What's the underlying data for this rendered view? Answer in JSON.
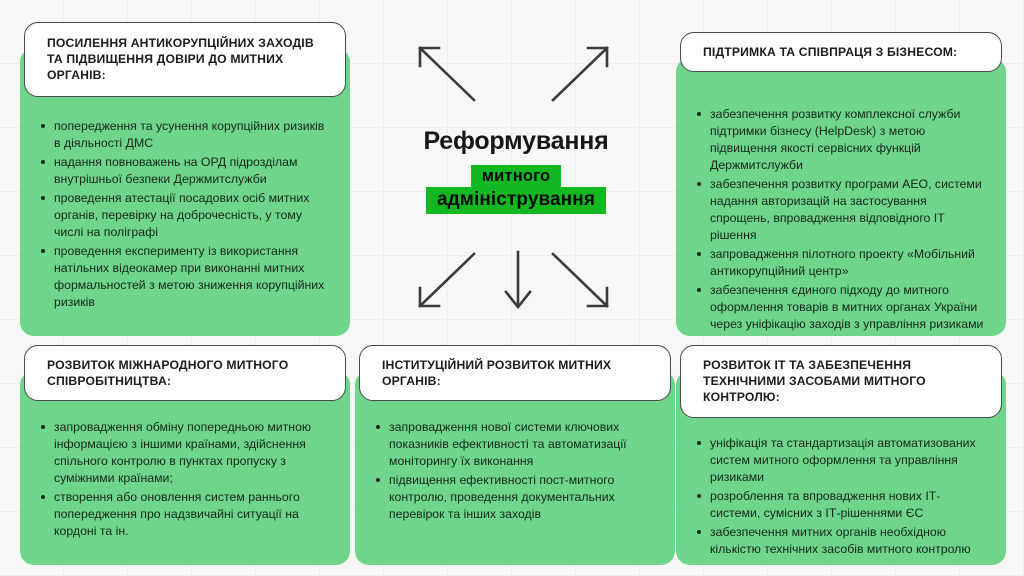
{
  "center": {
    "title": "Реформування",
    "highlight_line1": "митного",
    "highlight_line2": "адміністрування",
    "highlight_color": "#12b822",
    "title_color": "#161616"
  },
  "theme": {
    "panel_green": "#6ed58a",
    "header_white": "#ffffff",
    "header_border": "#4a4a4a",
    "background": "#f7f7f5",
    "text_dark": "#15261a"
  },
  "boxes": [
    {
      "id": "anticorruption",
      "position": "top-left",
      "heading": "ПОСИЛЕННЯ АНТИКОРУПЦІЙНИХ ЗАХОДІВ ТА ПІДВИЩЕННЯ ДОВІРИ ДО МИТНИХ ОРГАНІВ:",
      "bullets": [
        "попередження та усунення корупційних ризиків в діяльності ДМС",
        "надання повноважень на ОРД підрозділам внутрішньої безпеки Держмитслужби",
        "проведення атестації посадових осіб митних органів, перевірку на доброчесність, у тому числі на поліграфі",
        "проведення експерименту із використання натільних відеокамер при виконанні митних формальностей з метою зниження корупційних ризиків"
      ]
    },
    {
      "id": "business",
      "position": "top-right",
      "heading": "ПІДТРИМКА ТА СПІВПРАЦЯ З БІЗНЕСОМ:",
      "bullets": [
        "забезпечення розвитку комплексної служби підтримки бізнесу (HelpDesk) з метою підвищення якості сервісних функцій Держмитслужби",
        "забезпечення розвитку програми АЕО, системи надання авторизацій на застосування спрощень, впровадження відповідного ІТ рішення",
        "запровадження пілотного проекту «Мобільний антикорупційний центр»",
        "забезпечення єдиного підходу до митного оформлення товарів в митних органах України через уніфікацію заходів з управління ризиками"
      ]
    },
    {
      "id": "intcoop",
      "position": "bottom-left",
      "heading": "РОЗВИТОК МІЖНАРОДНОГО МИТНОГО СПІВРОБІТНИЦТВА:",
      "bullets": [
        "запровадження обміну попередньою митною інформацією з іншими країнами, здійснення спільного контролю в пунктах пропуску з суміжними країнами;",
        "створення або оновлення систем раннього попередження про надзвичайні ситуації на кордоні та ін."
      ]
    },
    {
      "id": "institutional",
      "position": "bottom-center",
      "heading": "ІНСТИТУЦІЙНИЙ РОЗВИТОК МИТНИХ ОРГАНІВ:",
      "bullets": [
        "запровадження нової системи ключових показників ефективності та автоматизації моніторингу їх виконання",
        "підвищення ефективності пост-митного контролю, проведення документальних перевірок та інших заходів"
      ]
    },
    {
      "id": "it",
      "position": "bottom-right",
      "heading": "РОЗВИТОК ІТ ТА ЗАБЕЗПЕЧЕННЯ ТЕХНІЧНИМИ ЗАСОБАМИ МИТНОГО КОНТРОЛЮ:",
      "bullets": [
        "уніфікація та стандартизація автоматизованих систем митного оформлення та управління ризиками",
        "розроблення та впровадження нових ІТ-системи, сумісних з ІТ-рішеннями ЄС",
        "забезпечення митних органів необхідною кількістю технічних засобів митного контролю"
      ]
    }
  ],
  "arrows": [
    {
      "name": "arrow-up-left",
      "direction": "up-left"
    },
    {
      "name": "arrow-up-right",
      "direction": "up-right"
    },
    {
      "name": "arrow-down-left",
      "direction": "down-left"
    },
    {
      "name": "arrow-down",
      "direction": "down"
    },
    {
      "name": "arrow-down-right",
      "direction": "down-right"
    }
  ]
}
